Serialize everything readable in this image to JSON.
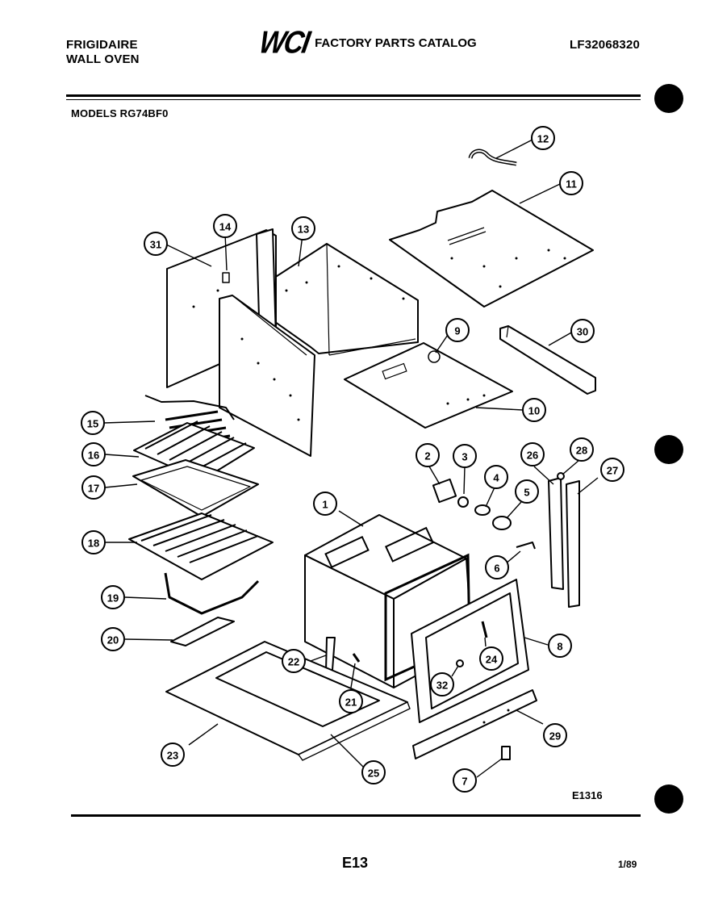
{
  "header": {
    "brand_line1": "FRIGIDAIRE",
    "brand_line2": "WALL OVEN",
    "logo": "WCI",
    "catalog_title": "FACTORY PARTS CATALOG",
    "catalog_number": "LF32068320",
    "models": "MODELS RG74BF0"
  },
  "callouts": [
    "12",
    "11",
    "14",
    "13",
    "31",
    "9",
    "30",
    "10",
    "15",
    "16",
    "17",
    "18",
    "19",
    "20",
    "1",
    "2",
    "3",
    "4",
    "5",
    "6",
    "26",
    "28",
    "27",
    "8",
    "22",
    "21",
    "24",
    "32",
    "23",
    "25",
    "29",
    "7"
  ],
  "footer": {
    "figure_code": "E1316",
    "page_number": "E13",
    "date_code": "1/89"
  }
}
